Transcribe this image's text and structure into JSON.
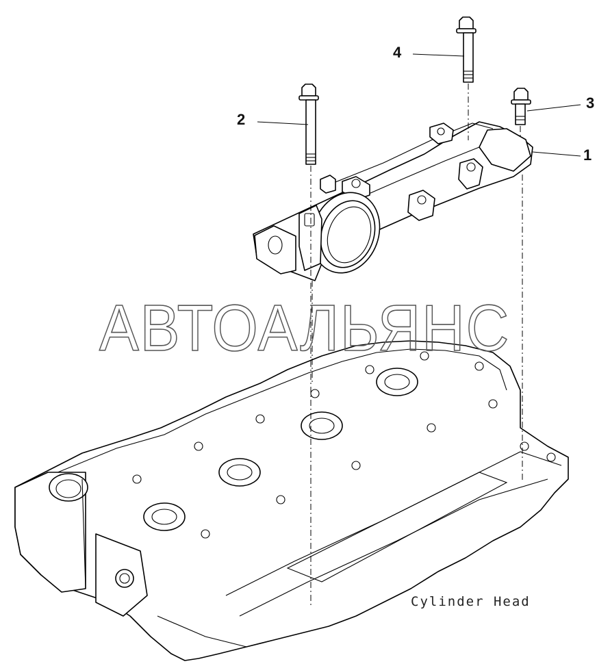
{
  "watermark": "АВТОАЛЬЯНС",
  "caption": "Cylinder Head",
  "callouts": [
    {
      "id": "1",
      "label": "1"
    },
    {
      "id": "2",
      "label": "2"
    },
    {
      "id": "3",
      "label": "3"
    },
    {
      "id": "4",
      "label": "4"
    }
  ],
  "parts": [
    "rocker-housing",
    "long-bolt",
    "short-bolt",
    "long-bolt-rear",
    "cylinder-head"
  ]
}
